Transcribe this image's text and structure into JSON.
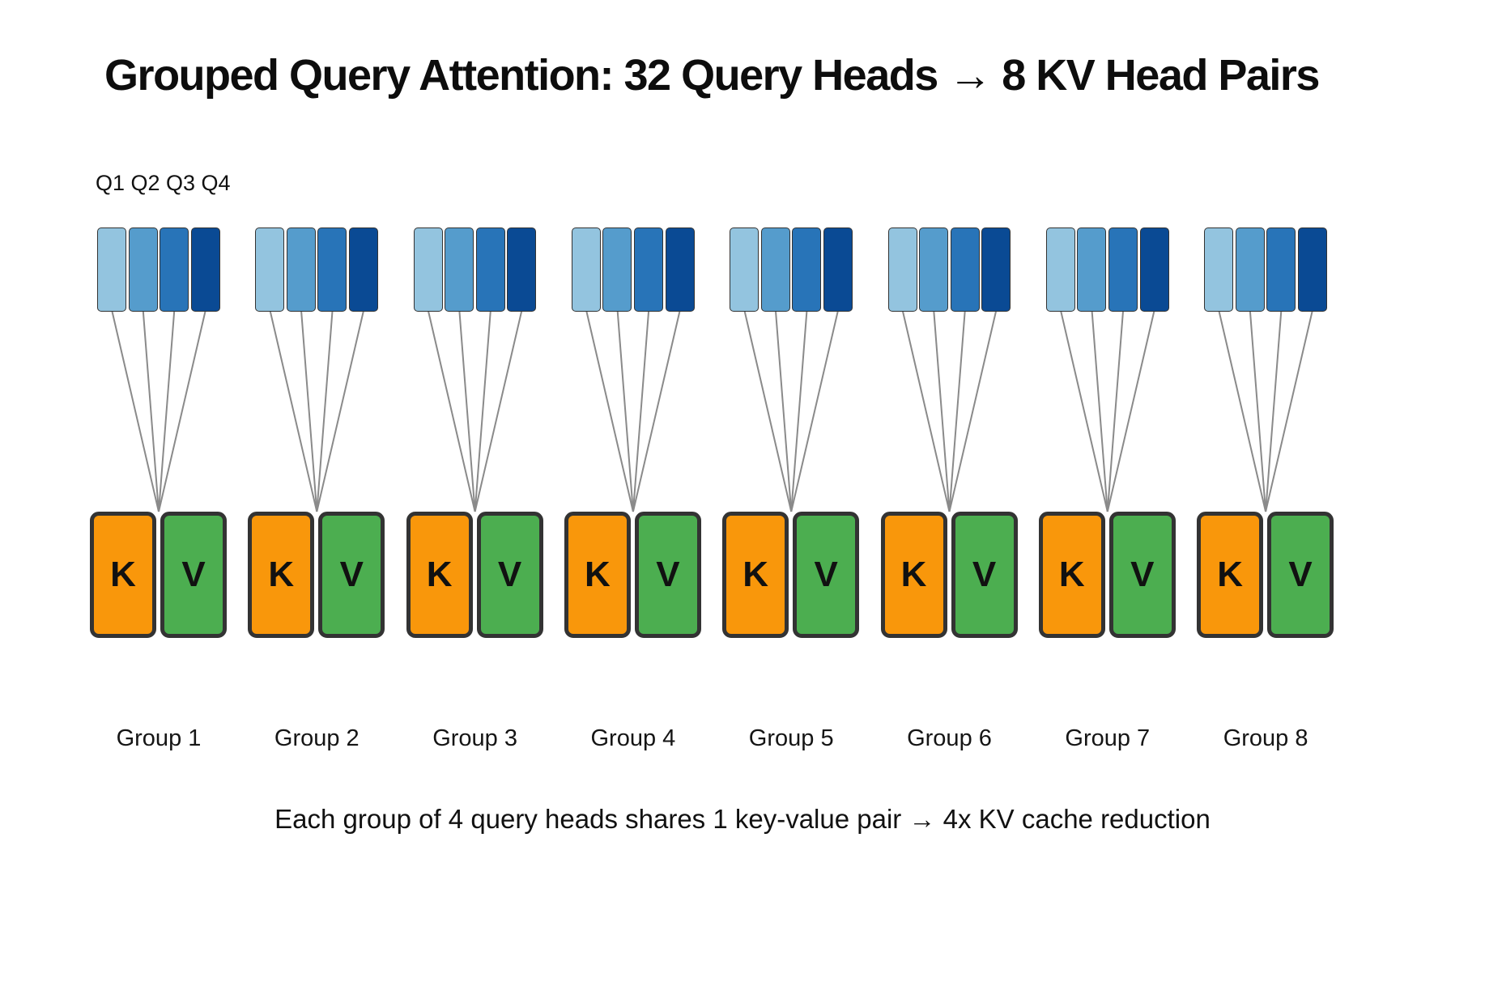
{
  "title": "Grouped Query Attention: 32 Query Heads → 8 KV Head Pairs",
  "query_heads_label": "Q1 Q2 Q3 Q4",
  "caption": "Each group of 4 query heads shares 1 key-value pair → 4x KV cache reduction",
  "groups": [
    {
      "label": "Group 1",
      "k_label": "K",
      "v_label": "V"
    },
    {
      "label": "Group 2",
      "k_label": "K",
      "v_label": "V"
    },
    {
      "label": "Group 3",
      "k_label": "K",
      "v_label": "V"
    },
    {
      "label": "Group 4",
      "k_label": "K",
      "v_label": "V"
    },
    {
      "label": "Group 5",
      "k_label": "K",
      "v_label": "V"
    },
    {
      "label": "Group 6",
      "k_label": "K",
      "v_label": "V"
    },
    {
      "label": "Group 7",
      "k_label": "K",
      "v_label": "V"
    },
    {
      "label": "Group 8",
      "k_label": "K",
      "v_label": "V"
    }
  ],
  "query_heads_per_group": 4,
  "colors": {
    "query_shades": [
      "#93C4DF",
      "#559CCC",
      "#2874B8",
      "#0A4A94"
    ],
    "key_box": "#F9970B",
    "value_box": "#4CAE50",
    "box_border": "#333333",
    "query_border": "#333333",
    "connector_line": "#8A8A8A",
    "background": "#FFFFFF"
  }
}
